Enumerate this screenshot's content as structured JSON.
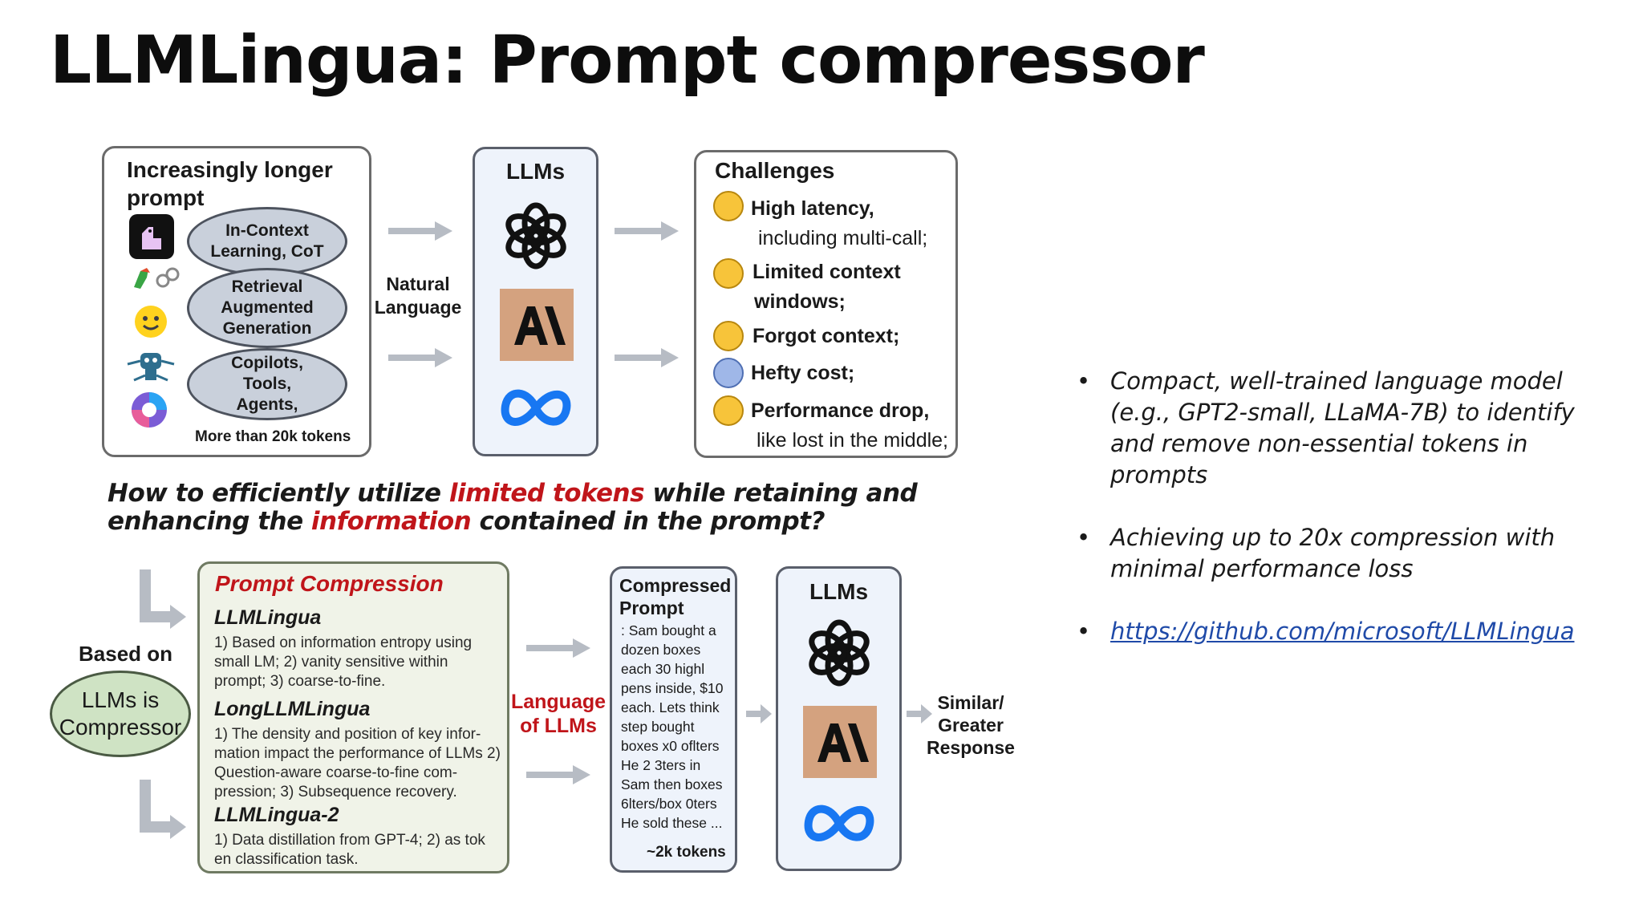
{
  "slide_title": "LLMLingua: Prompt compressor",
  "top_row": {
    "prompt_box": {
      "title": "Increasingly longer prompt",
      "ovals": [
        "In-Context Learning, CoT",
        "Retrieval Augmented Generation",
        "Copilots, Tools, Agents,"
      ],
      "footer": "More than 20k tokens"
    },
    "natural_language_label": "Natural Language",
    "llms_title": "LLMs",
    "challenges": {
      "title": "Challenges",
      "items": [
        {
          "bold": "High latency,",
          "rest": "including multi-call;"
        },
        {
          "bold": "Limited context",
          "rest": "windows;"
        },
        {
          "bold": "Forgot context;",
          "rest": ""
        },
        {
          "bold": "Hefty cost;",
          "rest": ""
        },
        {
          "bold": "Performance drop,",
          "rest": "like lost in the middle;"
        }
      ]
    }
  },
  "question": {
    "p1": "How to efficiently utilize ",
    "red1": "limited tokens",
    "p2": " while retaining and enhancing the ",
    "red2": "information",
    "p3": " contained in the prompt?"
  },
  "bottom_row": {
    "based_on": "Based on",
    "compressor_oval": "LLMs is Compressor",
    "prompt_compression": {
      "title": "Prompt Compression",
      "methods": [
        {
          "name": "LLMLingua",
          "desc": "1) Based on information entropy using small LM; 2) vanity sensitive within prompt; 3) coarse-to-fine."
        },
        {
          "name": "LongLLMLingua",
          "desc": "1) The density and position of key infor-mation impact the performance of LLMs 2) Question-aware coarse-to-fine com-pression; 3) Subsequence recovery."
        },
        {
          "name": "LLMLingua-2",
          "desc": "1) Data distillation from GPT-4; 2) as tok en classification task."
        }
      ]
    },
    "language_label": "Language of LLMs",
    "compressed_prompt": {
      "title": "Compressed Prompt",
      "body": ": Sam bought a\ndozen boxes\neach 30 highl\npens inside, $10\neach. Lets think\nstep bought\nboxes x0 oflters\nHe 2 3ters in\nSam then boxes\n6lters/box 0ters\nHe sold these ...",
      "footer": "~2k tokens"
    },
    "llms_title": "LLMs",
    "response_label": "Similar/ Greater Response"
  },
  "bullets": [
    "Compact, well-trained language model (e.g., GPT2-small, LLaMA-7B) to identify and remove non-essential tokens in prompts",
    "Achieving up to 20x compression with minimal performance loss"
  ],
  "link": "https://github.com/microsoft/LLMLingua",
  "colors": {
    "accent_red": "#c0151a",
    "oval_fill": "#c9d0db",
    "meta_blue": "#1877f2",
    "anthropic_tan": "#d4a27f"
  }
}
